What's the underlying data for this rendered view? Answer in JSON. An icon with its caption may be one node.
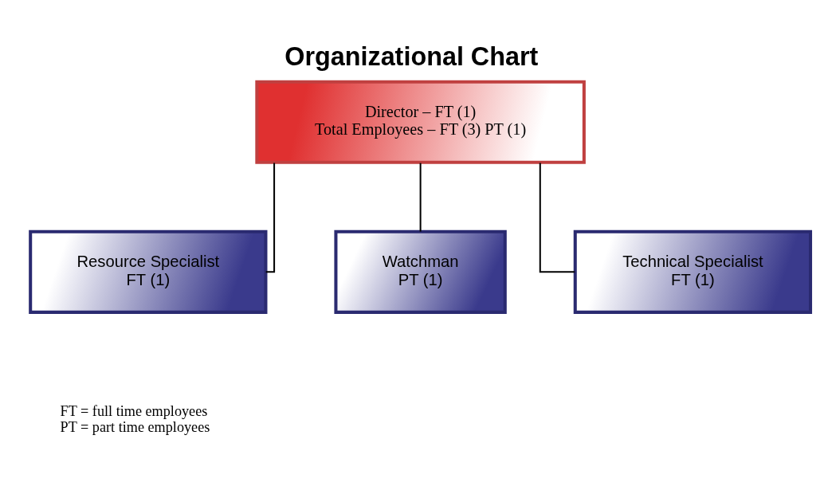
{
  "diagram": {
    "title": "Organizational Chart",
    "nodes": [
      {
        "text": [
          "Director – FT (1)",
          "Total Employees – FT (3) PT (1)"
        ]
      },
      {
        "text": [
          "Resource Specialist",
          "FT (1)"
        ]
      },
      {
        "text": [
          "Watchman",
          "PT (1)"
        ]
      },
      {
        "text": [
          "Technical Specialist",
          "FT (1)"
        ]
      }
    ],
    "edges": [
      {
        "from": 0,
        "to": 1,
        "arrow": "none"
      },
      {
        "from": 0,
        "to": 2,
        "arrow": "none"
      },
      {
        "from": 0,
        "to": 3,
        "arrow": "none"
      }
    ],
    "labels": [
      "FT = full time employees",
      "PT = part time employees"
    ]
  }
}
